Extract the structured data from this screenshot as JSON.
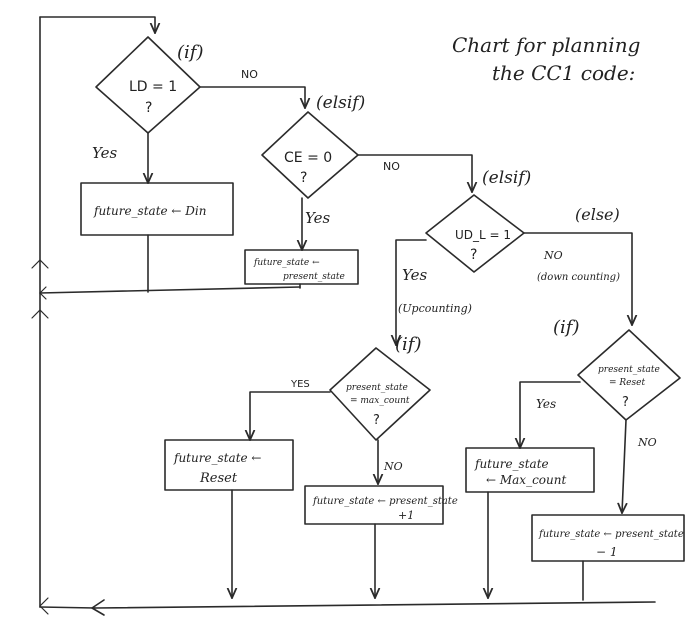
{
  "title": {
    "line1": "Chart for planning",
    "line2": "the CC1 code:"
  },
  "decisions": {
    "ld": {
      "cond": "LD = 1",
      "q": "?",
      "kw": "(if)"
    },
    "ce": {
      "cond": "CE = 0",
      "q": "?",
      "kw": "(elsif)"
    },
    "udl": {
      "cond": "UD_L = 1",
      "q": "?",
      "kw": "(elsif)"
    },
    "max": {
      "cond1": "present_state",
      "cond2": "= max_count",
      "q": "?",
      "kw": "(if)"
    },
    "reset": {
      "cond1": "present_state",
      "cond2": "= Reset",
      "q": "?",
      "kw": "(if)"
    }
  },
  "actions": {
    "din": "future_state ← Din",
    "hold1": "future_state ←",
    "hold2": "present_state",
    "fsreset1": "future_state ←",
    "fsreset2": "Reset",
    "inc1": "future_state ← present_state",
    "inc2": "+1",
    "fsmax1": "future_state",
    "fsmax2": "← Max_count",
    "dec1": "future_state ← present_state",
    "dec2": "− 1"
  },
  "labels": {
    "ld_no": "NO",
    "ld_yes": "Yes",
    "ce_no": "NO",
    "ce_yes": "Yes",
    "udl_yes": "Yes",
    "udl_up": "(Upcounting)",
    "udl_no": "NO",
    "udl_down": "(down counting)",
    "else": "(else)",
    "max_yes": "YES",
    "max_no": "NO",
    "reset_yes": "Yes",
    "reset_no": "NO"
  }
}
